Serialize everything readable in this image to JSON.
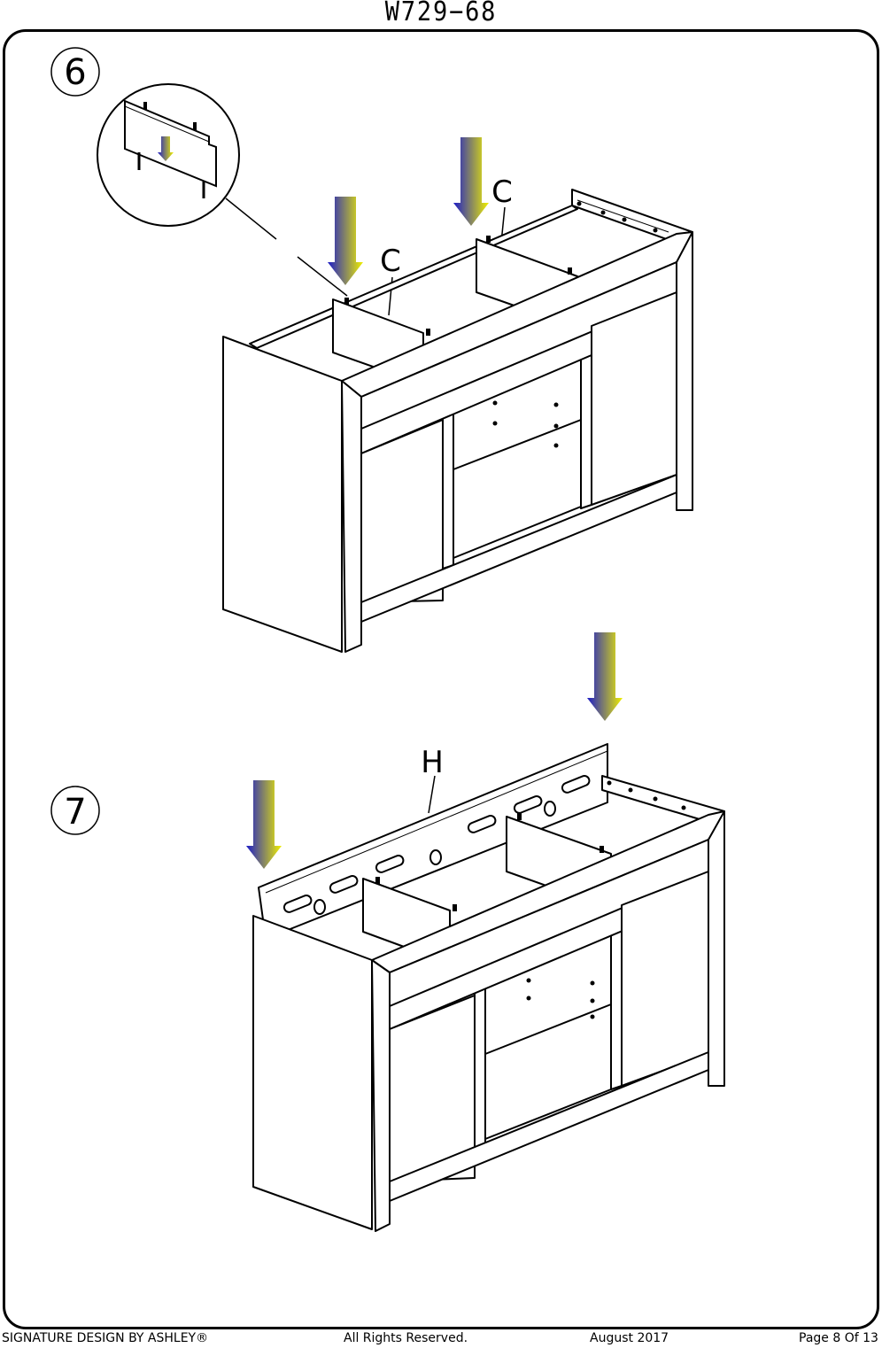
{
  "header": {
    "model": "W729−68"
  },
  "steps": [
    {
      "number": "6",
      "labels": [
        "C",
        "C"
      ]
    },
    {
      "number": "7",
      "labels": [
        "H"
      ]
    }
  ],
  "footer": {
    "brand": "SIGNATURE DESIGN BY ASHLEY®",
    "rights": "All Rights Reserved.",
    "date": "August 2017",
    "page": "Page 8 Of 13"
  },
  "colors": {
    "arrow_top": "#1c1cc8",
    "arrow_bottom": "#f0f000",
    "line": "#000000"
  },
  "icons": [
    "down-arrow-icon"
  ]
}
